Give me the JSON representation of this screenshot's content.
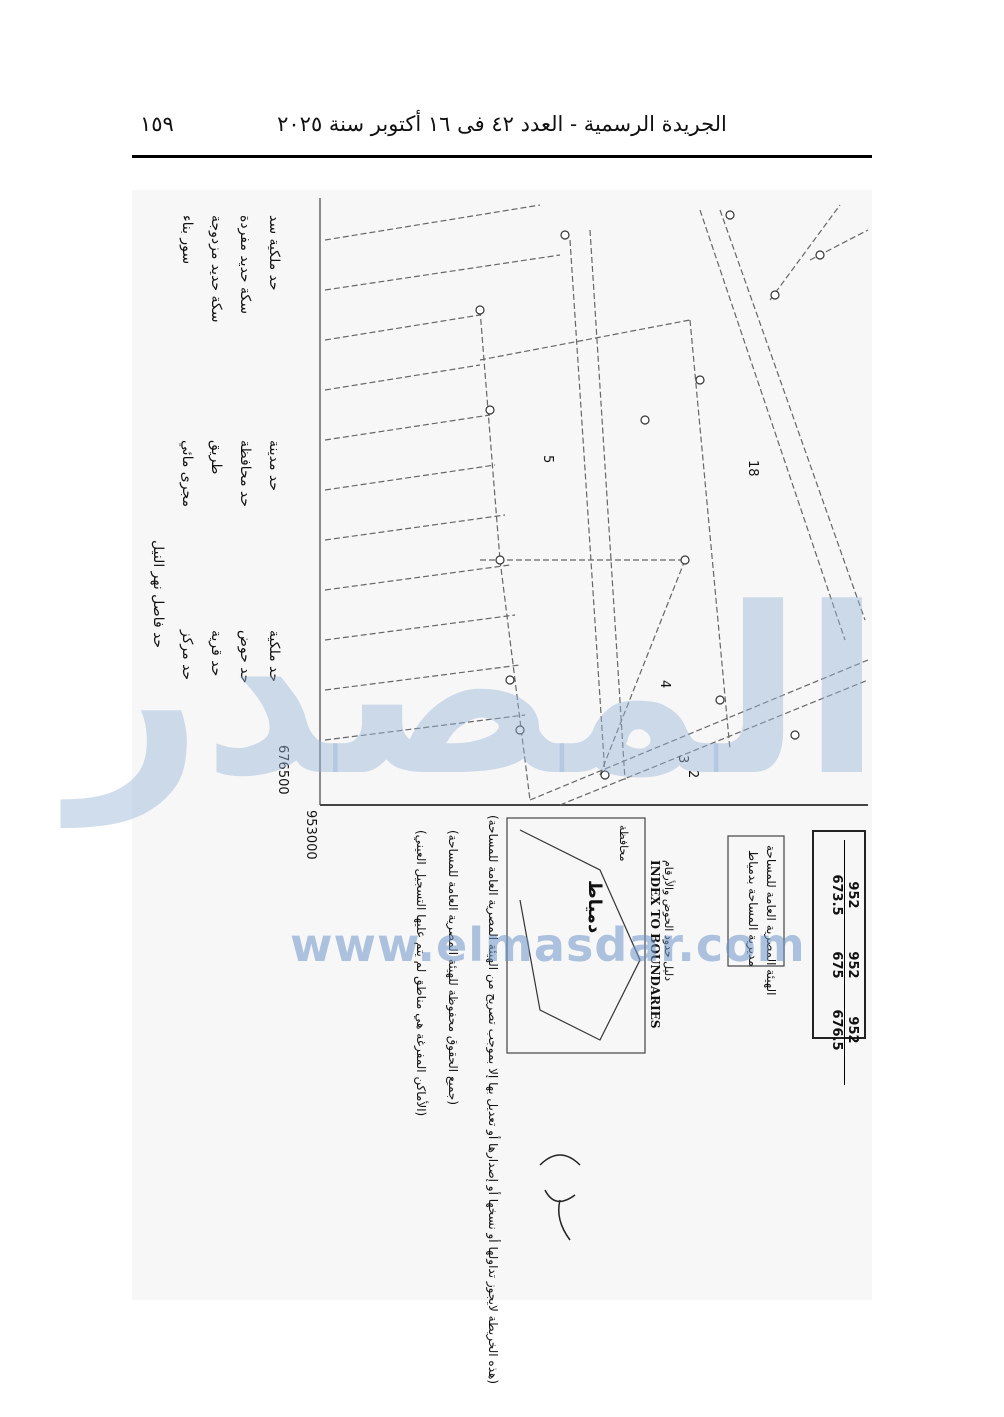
{
  "header": {
    "title": "الجريدة الرسمية - العدد ٤٢ فى ١٦ أكتوبر سنة ٢٠٢٥",
    "page_number": "١٥٩"
  },
  "legend": {
    "group1": [
      "حد ملكية سد",
      "سكة حديد مفردة",
      "سكة حديد مزدوجة",
      "سور بناء"
    ],
    "group2": [
      "حد مدينة",
      "حد محافظة",
      "طريق",
      "مجرى مائي"
    ],
    "group3": [
      "حد ملكية",
      "حد حوض",
      "حد قرية",
      "حد مركز",
      "حد فاصل نهر النيل"
    ]
  },
  "coordinates": {
    "northing": "953000",
    "easting": "676500"
  },
  "map_labels": [
    "5",
    "4",
    "3",
    "2",
    "18"
  ],
  "notes": [
    "(هذه الخريطة لايجوز تداولها أو نسخها أو إصدارها أو تعديل بها إلا بموجب تصريح من الهيئة المصرية العامة للمساحة)",
    "(جميع الحقوق محفوظة للهيئة المصرية العامة للمساحة)",
    "(الأماكن المفرغة هي مناطق لم يتم عليها التسجيل العيني)"
  ],
  "index": {
    "title_ar": "دليل حدود الحوض والأرقام",
    "title_en": "INDEX TO BOUNDARIES",
    "center_label": "دمياط",
    "ref_label": "محافظة"
  },
  "stamp": {
    "line1": "الهيئة المصرية العامة للمساحة",
    "line2": "مديرية المساحة بدمياط"
  },
  "sheets": [
    {
      "top": "952",
      "bottom": "673.5"
    },
    {
      "top": "952",
      "bottom": "675"
    },
    {
      "top": "952",
      "bottom": "676.5"
    }
  ],
  "watermark": {
    "url": "www.elmasdar.com",
    "logo": "المصدر"
  }
}
